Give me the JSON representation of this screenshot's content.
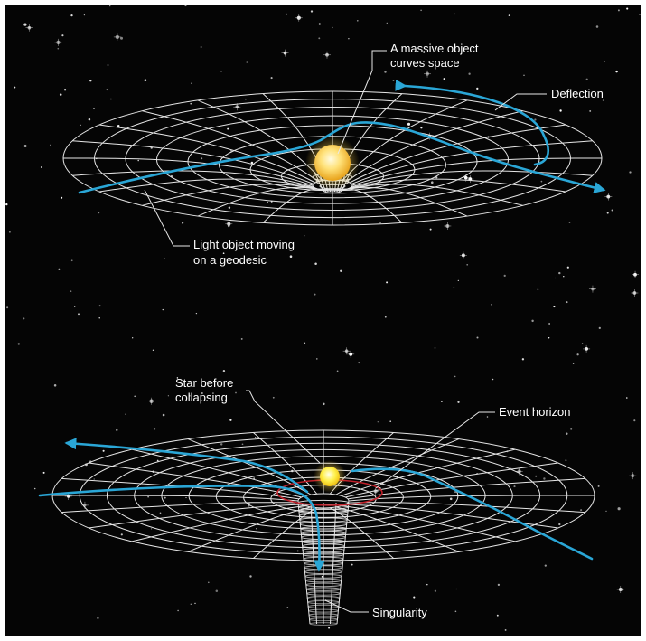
{
  "diagram": {
    "top_panel": {
      "labels": {
        "massive_object_line1": "A massive object",
        "massive_object_line2": "curves space",
        "deflection": "Deflection",
        "light_object_line1": "Light object moving",
        "light_object_line2": "on a geodesic"
      }
    },
    "bottom_panel": {
      "labels": {
        "star_line1": "Star before",
        "star_line2": "collapsing",
        "event_horizon": "Event horizon",
        "singularity": "Singularity"
      }
    },
    "colors": {
      "background": "#050505",
      "grid": "#e6e6e6",
      "light_path": "#2aa6d6",
      "star": "#ffd24a",
      "event_horizon": "#c0202a"
    }
  }
}
